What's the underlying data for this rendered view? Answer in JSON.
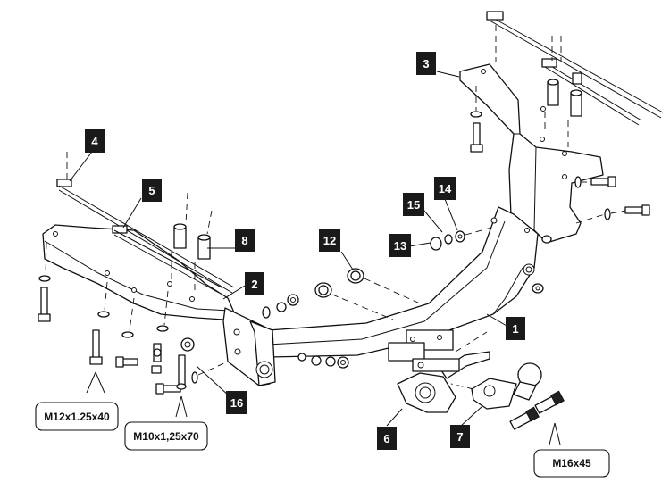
{
  "tags": {
    "t1": "1",
    "t2": "2",
    "t3": "3",
    "t4": "4",
    "t5": "5",
    "t6": "6",
    "t7": "7",
    "t8": "8",
    "t12": "12",
    "t13": "13",
    "t14": "14",
    "t15": "15",
    "t16": "16"
  },
  "specs": {
    "bolt_m12": "M12x1.25x40",
    "bolt_m10": "M10x1,25x70",
    "bolt_m16": "M16x45"
  }
}
